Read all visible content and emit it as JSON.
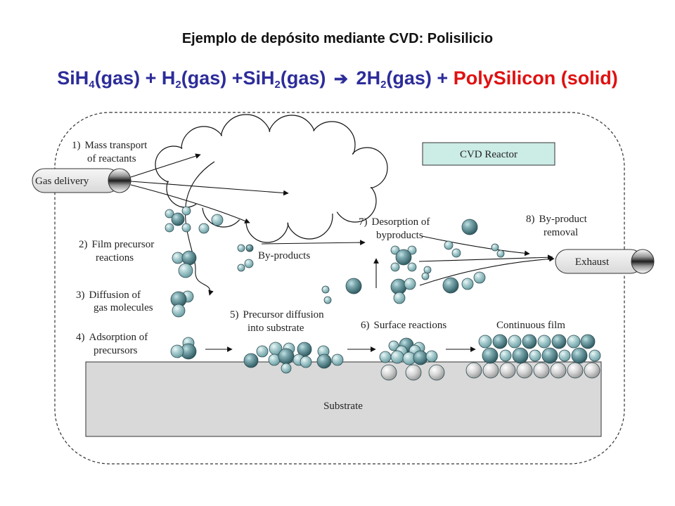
{
  "title": "Ejemplo de depósito mediante CVD: Polisilicio",
  "equation": {
    "sih4": "SiH",
    "sih4_sub": "4",
    "gas1": "(gas) + H",
    "h2_sub": "2",
    "gas2": "(gas) +SiH",
    "sih2_sub": "2",
    "gas3": "(gas)",
    "arrow": "➔",
    "product1": "2H",
    "product1_sub": "2",
    "gas4": "(gas) + ",
    "product2": "PolySilicon (solid)"
  },
  "diagram": {
    "reactor_label": "CVD Reactor",
    "gas_delivery": "Gas delivery",
    "exhaust": "Exhaust",
    "substrate": "Substrate",
    "byproducts": "By-products",
    "continuous_film": "Continuous film",
    "steps": [
      {
        "num": "1)",
        "line1": "Mass transport",
        "line2": "of reactants"
      },
      {
        "num": "2)",
        "line1": "Film precursor",
        "line2": "reactions"
      },
      {
        "num": "3)",
        "line1": "Diffusion of",
        "line2": "gas molecules"
      },
      {
        "num": "4)",
        "line1": "Adsorption of",
        "line2": "precursors"
      },
      {
        "num": "5)",
        "line1": "Precursor diffusion",
        "line2": "into substrate"
      },
      {
        "num": "6)",
        "line1": "Surface reactions",
        "line2": ""
      },
      {
        "num": "7)",
        "line1": "Desorption of",
        "line2": "byproducts"
      },
      {
        "num": "8)",
        "line1": "By-product",
        "line2": "removal"
      }
    ]
  },
  "colors": {
    "title_blue": "#2c2c9a",
    "highlight_red": "#e01010",
    "molecule_dark": "#4f7f86",
    "molecule_light": "#a9cdd0",
    "substrate_fill": "#d9d9d9",
    "reactor_label_fill": "#ccece6"
  }
}
